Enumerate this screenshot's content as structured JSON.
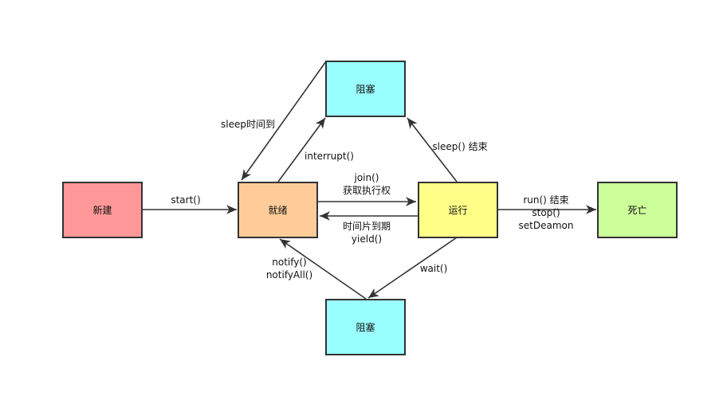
{
  "nodes": {
    "new": {
      "label": "新建",
      "color": "#ff9999"
    },
    "ready": {
      "label": "就绪",
      "color": "#ffcc99"
    },
    "running": {
      "label": "运行",
      "color": "#ffff88"
    },
    "dead": {
      "label": "死亡",
      "color": "#ccff99"
    },
    "blocked_top": {
      "label": "阻塞",
      "color": "#99ffff"
    },
    "blocked_bottom": {
      "label": "阻塞",
      "color": "#99ffff"
    }
  },
  "edges": {
    "start": {
      "lines": [
        "start()"
      ]
    },
    "sleep_timeout": {
      "lines": [
        "sleep时间到"
      ]
    },
    "interrupt": {
      "lines": [
        "interrupt()"
      ]
    },
    "sleep_end": {
      "lines": [
        "sleep() 结束"
      ]
    },
    "join": {
      "lines": [
        "join()",
        "获取执行权"
      ]
    },
    "yield": {
      "lines": [
        "时间片到期",
        "yield()"
      ]
    },
    "run_end": {
      "lines": [
        "run() 结束",
        "stop()",
        "setDeamon"
      ]
    },
    "wait": {
      "lines": [
        "wait()"
      ]
    },
    "notify": {
      "lines": [
        "notify()",
        "notifyAll()"
      ]
    }
  }
}
